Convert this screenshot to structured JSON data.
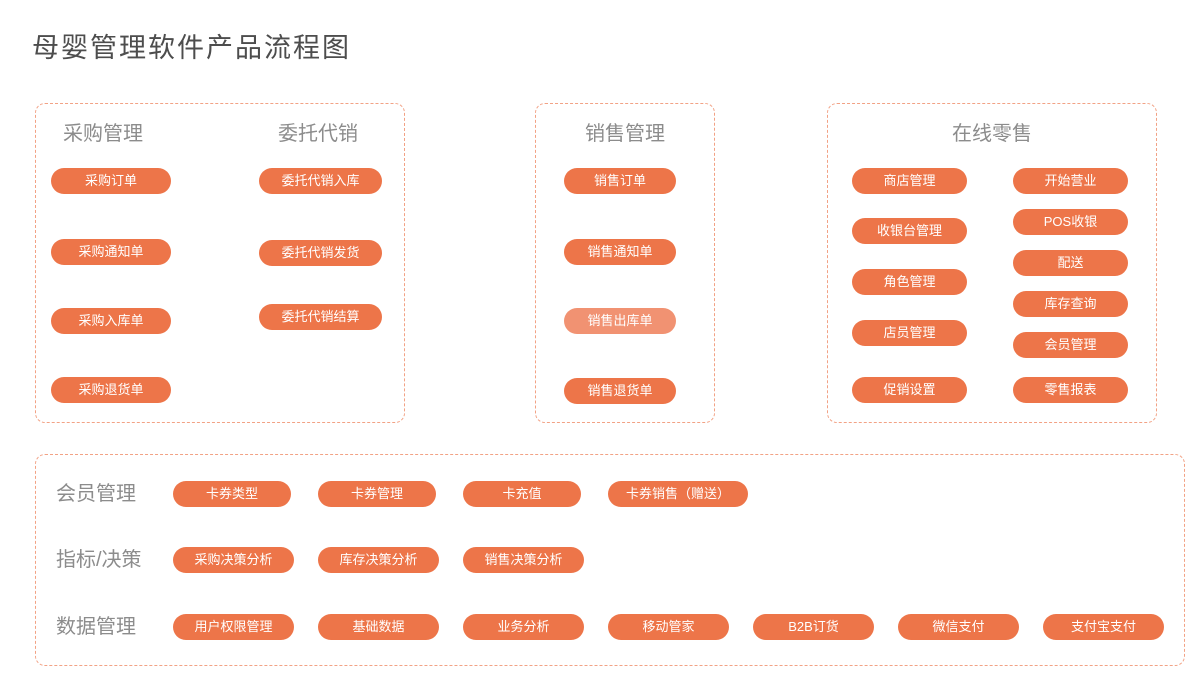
{
  "title": "母婴管理软件产品流程图",
  "colors": {
    "node_fill": "#ed7549",
    "node_fill_light": "#f19272",
    "node_text": "#ffffff",
    "box_border": "#f2a285",
    "heading_text": "#8c8c8c",
    "title_text": "#4d4d4d"
  },
  "box_purchase": {
    "heading_purchase": "采购管理",
    "heading_consignment": "委托代销",
    "purchase_items": [
      "采购订单",
      "采购通知单",
      "采购入库单",
      "采购退货单"
    ],
    "consignment_items": [
      "委托代销入库",
      "委托代销发货",
      "委托代销结算"
    ]
  },
  "box_sales": {
    "heading": "销售管理",
    "items": [
      "销售订单",
      "销售通知单",
      "销售出库单",
      "销售退货单"
    ]
  },
  "box_retail": {
    "heading": "在线零售",
    "left_items": [
      "商店管理",
      "收银台管理",
      "角色管理",
      "店员管理",
      "促销设置"
    ],
    "right_items": [
      "开始营业",
      "POS收银",
      "配送",
      "库存查询",
      "会员管理",
      "零售报表"
    ]
  },
  "box_bottom": {
    "rows": [
      {
        "label": "会员管理",
        "items": [
          "卡券类型",
          "卡券管理",
          "卡充值",
          "卡券销售（赠送）"
        ]
      },
      {
        "label": "指标/决策",
        "items": [
          "采购决策分析",
          "库存决策分析",
          "销售决策分析"
        ]
      },
      {
        "label": "数据管理",
        "items": [
          "用户权限管理",
          "基础数据",
          "业务分析",
          "移动管家",
          "B2B订货",
          "微信支付",
          "支付宝支付"
        ]
      }
    ]
  }
}
